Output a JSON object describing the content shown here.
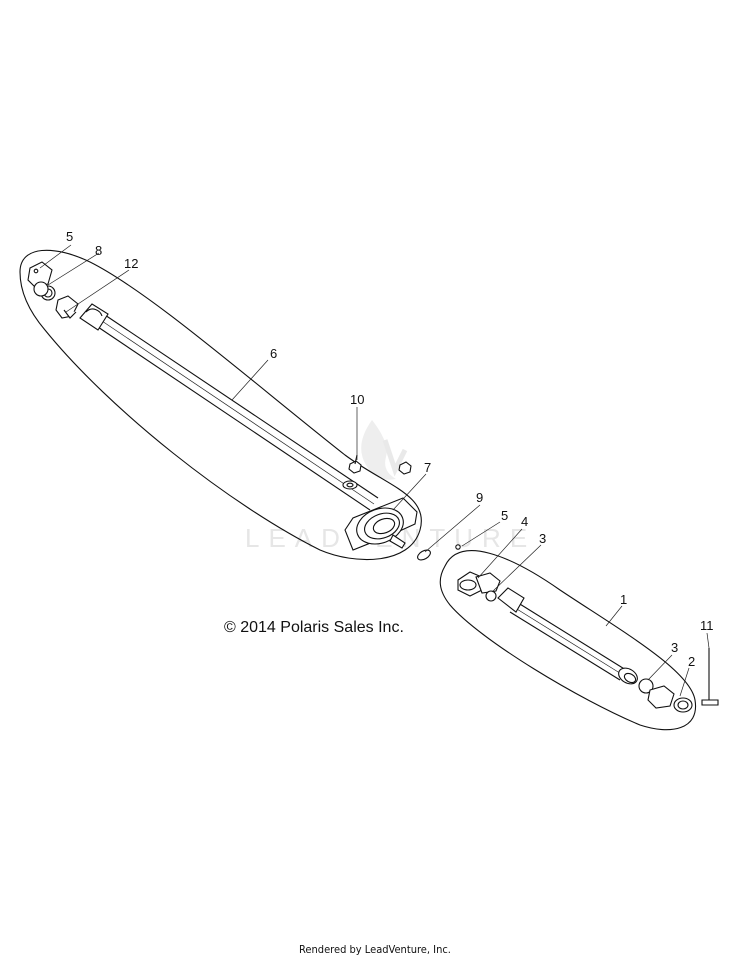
{
  "callouts": {
    "c1": "1",
    "c2": "2",
    "c3a": "3",
    "c3b": "3",
    "c4": "4",
    "c5a": "5",
    "c5b": "5",
    "c6": "6",
    "c7": "7",
    "c8": "8",
    "c9": "9",
    "c10": "10",
    "c11": "11",
    "c12": "12"
  },
  "copyright": "© 2014 Polaris Sales Inc.",
  "footer": "Rendered by LeadVenture, Inc.",
  "watermark": "LEADVENTURE"
}
